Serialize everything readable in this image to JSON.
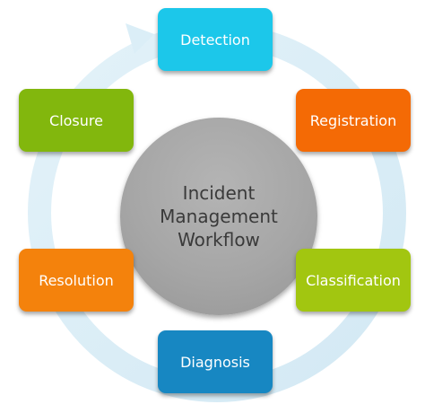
{
  "center": {
    "line1": "Incident",
    "line2": "Management",
    "line3": "Workflow"
  },
  "steps": [
    {
      "label": "Detection",
      "color": "#1cc7ea"
    },
    {
      "label": "Registration",
      "color": "#f46a05"
    },
    {
      "label": "Classification",
      "color": "#a2c610"
    },
    {
      "label": "Diagnosis",
      "color": "#1787c2"
    },
    {
      "label": "Resolution",
      "color": "#f4820c"
    },
    {
      "label": "Closure",
      "color": "#82b70d"
    }
  ],
  "colors": {
    "ring": "#dbeef7",
    "ring_edge": "#cfe6f1",
    "center_circle": "#a6a6a6",
    "center_text": "#3a3a3a"
  }
}
